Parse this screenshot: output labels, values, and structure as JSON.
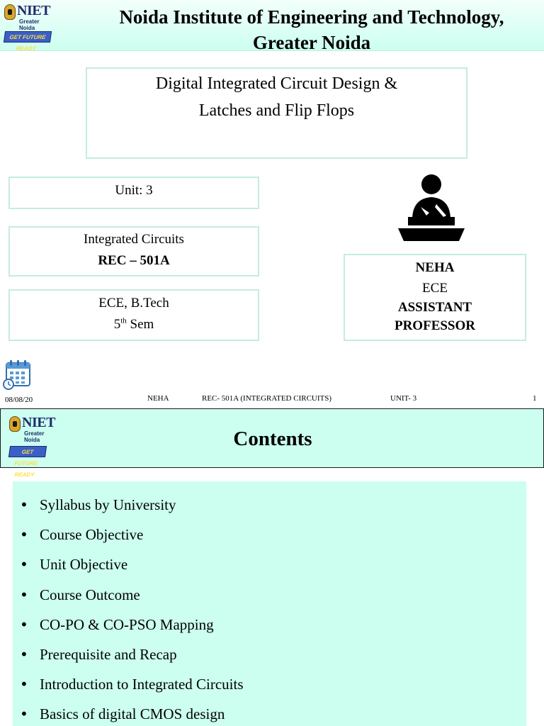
{
  "slide1": {
    "logo": {
      "name": "NIET",
      "subtitle": "Greater Noida",
      "tagline": "GET FUTURE READY"
    },
    "institute": {
      "line1": "Noida Institute of Engineering and Technology,",
      "line2": "Greater Noida"
    },
    "title": {
      "line1": "Digital Integrated Circuit Design &",
      "line2": "Latches and Flip Flops"
    },
    "unit": "Unit: 3",
    "subject": {
      "name": "Integrated Circuits",
      "code": "REC – 501A"
    },
    "department": {
      "line1": "ECE, B.Tech",
      "sem_num": "5",
      "sem_sup": "th",
      "sem_word": " Sem"
    },
    "presenter": {
      "name": "NEHA",
      "dept": "ECE",
      "rank_line1": "ASSISTANT",
      "rank_line2": "PROFESSOR"
    },
    "icons": {
      "speaker": "speaker-at-podium-icon",
      "calendar": "calendar-icon"
    },
    "footer": {
      "date": "08/08/20",
      "name": "NEHA",
      "course": "REC- 501A  (INTEGRATED CIRCUITS)",
      "unit": "UNIT- 3",
      "page": "1"
    }
  },
  "slide2": {
    "logo": {
      "name": "NIET",
      "subtitle": "Greater Noida",
      "tagline": "GET FUTURE READY"
    },
    "title": "Contents",
    "items": [
      "Syllabus by University",
      "Course Objective",
      "Unit Objective",
      "Course Outcome",
      "CO-PO & CO-PSO Mapping",
      "Prerequisite and Recap",
      "Introduction to Integrated Circuits",
      "Basics of digital CMOS design"
    ]
  },
  "colors": {
    "header_bg": "#ccfff0",
    "box_border": "#c4ece2",
    "panel_bg": "#ccfff0"
  }
}
